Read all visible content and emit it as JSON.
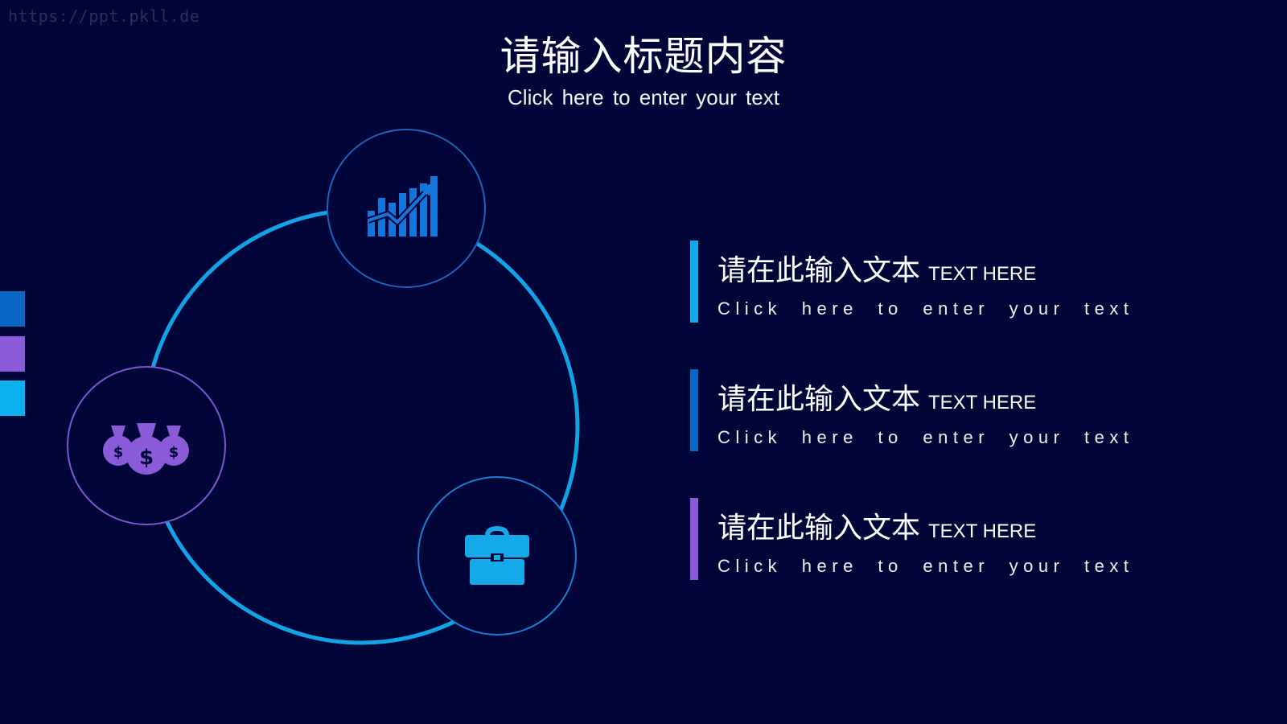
{
  "watermark": "https://ppt.pkll.de",
  "title": "请输入标题内容",
  "subtitle": "Click here to enter your text",
  "colors": {
    "background": "#020538",
    "blue": "#0a68c4",
    "purple": "#8a5ad8",
    "cyan": "#16a9ea",
    "ring": "#11a3e6"
  },
  "side_tabs": [
    {
      "color": "#0a68c4"
    },
    {
      "color": "#8a5ad8"
    },
    {
      "color": "#0cb0ef"
    }
  ],
  "diagram": {
    "nodes": [
      {
        "icon": "growth-chart-icon",
        "color": "#1476dc",
        "border": "#1a63c0"
      },
      {
        "icon": "money-bags-icon",
        "color": "#8a5ad8",
        "border": "#7e56d2"
      },
      {
        "icon": "briefcase-icon",
        "color": "#16a9ea",
        "border": "#1580d8"
      }
    ]
  },
  "items": [
    {
      "heading_cn": "请在此输入文本",
      "heading_en": "TEXT HERE",
      "body": "Click here to enter your text",
      "accent": "#16a9ea"
    },
    {
      "heading_cn": "请在此输入文本",
      "heading_en": "TEXT HERE",
      "body": "Click here to enter your text",
      "accent": "#0a68c4"
    },
    {
      "heading_cn": "请在此输入文本",
      "heading_en": "TEXT HERE",
      "body": "Click here to enter your text",
      "accent": "#8a5ad8"
    }
  ]
}
